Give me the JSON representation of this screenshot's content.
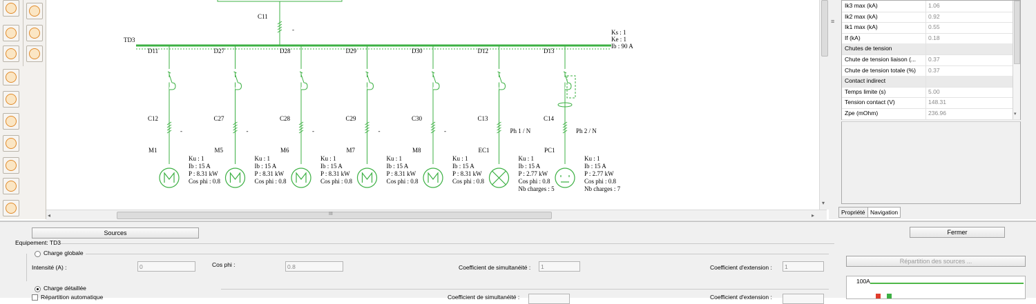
{
  "diagram": {
    "top_breaker": "C11",
    "top_breaker_mark": "-",
    "busbar": "TD3",
    "busbar_info": [
      "Ks : 1",
      "Ke : 1",
      "Ib : 90 A"
    ],
    "feeders": [
      {
        "dist": "D11",
        "breaker": "C12",
        "mark": "-",
        "load": "M1",
        "kind": "motor",
        "info": [
          "Ku : 1",
          "Ib : 15 A",
          "P : 8.31 kW",
          "Cos phi : 0.8"
        ]
      },
      {
        "dist": "D27",
        "breaker": "C27",
        "mark": "-",
        "load": "M5",
        "kind": "motor",
        "info": [
          "Ku : 1",
          "Ib : 15 A",
          "P : 8.31 kW",
          "Cos phi : 0.8"
        ]
      },
      {
        "dist": "D28",
        "breaker": "C28",
        "mark": "-",
        "load": "M6",
        "kind": "motor",
        "info": [
          "Ku : 1",
          "Ib : 15 A",
          "P : 8.31 kW",
          "Cos phi : 0.8"
        ]
      },
      {
        "dist": "D29",
        "breaker": "C29",
        "mark": "-",
        "load": "M7",
        "kind": "motor",
        "info": [
          "Ku : 1",
          "Ib : 15 A",
          "P : 8.31 kW",
          "Cos phi : 0.8"
        ]
      },
      {
        "dist": "D30",
        "breaker": "C30",
        "mark": "-",
        "load": "M8",
        "kind": "motor",
        "info": [
          "Ku : 1",
          "Ib : 15 A",
          "P : 8.31 kW",
          "Cos phi : 0.8"
        ]
      },
      {
        "dist": "D12",
        "breaker": "C13",
        "mark": "Ph 1 / N",
        "load": "EC1",
        "kind": "lamp",
        "info": [
          "Ku : 1",
          "Ib : 15 A",
          "P : 2.77 kW",
          "Cos phi : 0.8",
          "Nb charges : 5"
        ]
      },
      {
        "dist": "D13",
        "breaker": "C14",
        "mark": "Ph 2 / N",
        "load": "PC1",
        "kind": "socket",
        "info": [
          "Ku : 1",
          "Ib : 15 A",
          "P : 2.77 kW",
          "Cos phi : 0.8",
          "Nb charges : 7"
        ]
      }
    ]
  },
  "properties": {
    "rows": [
      {
        "key": "Ik3 max (kA)",
        "value": "1.06"
      },
      {
        "key": "Ik2 max (kA)",
        "value": "0.92"
      },
      {
        "key": "Ik1 max (kA)",
        "value": "0.55"
      },
      {
        "key": "If (kA)",
        "value": "0.18"
      },
      {
        "key": "Chutes de tension",
        "value": "",
        "category": true
      },
      {
        "key": "Chute de tension liaison (...",
        "value": "0.37"
      },
      {
        "key": "Chute de tension totale (%)",
        "value": "0.37"
      },
      {
        "key": "Contact indirect",
        "value": "",
        "category": true
      },
      {
        "key": "Temps limite (s)",
        "value": "5.00"
      },
      {
        "key": "Tension contact (V)",
        "value": "148.31"
      },
      {
        "key": "Zpe (mOhm)",
        "value": "236.96"
      }
    ],
    "tabs": [
      "Propriété",
      "Navigation"
    ]
  },
  "hscroll_grip": "III",
  "vscroll_grip": "≡",
  "bottom": {
    "sources_button": "Sources",
    "close_button": "Fermer",
    "equipment_label": "Equipement: TD3",
    "global_load": {
      "label": "Charge globale",
      "intensity_label": "Intensité (A) :",
      "intensity_value": "0",
      "cosphi_label": "Cos phi :",
      "cosphi_value": "0.8",
      "simult_label": "Coefficient de simultanéité :",
      "simult_value": "1",
      "ext_label": "Coefficient d'extension :",
      "ext_value": "1"
    },
    "detailed_load": {
      "label": "Charge détaillée",
      "sub_label": "Répartition automatique",
      "simult_label": "Coefficient de simultanéité :",
      "ext_label": "Coefficient d'extension :"
    },
    "sources_split_button": "Répartition des sources ...",
    "bar_label": "100A"
  }
}
